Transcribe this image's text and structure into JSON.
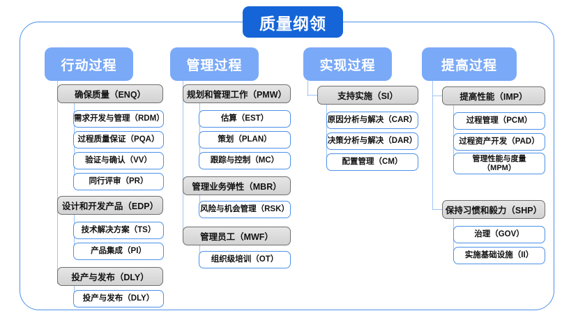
{
  "diagram": {
    "title": "质量纲领",
    "type": "organizational-tree",
    "columns": [
      {
        "header": "行动过程",
        "groups": [
          {
            "label": "确保质量（ENQ）",
            "code": "ENQ",
            "items": [
              {
                "label": "需求开发与管理（RDM）",
                "code": "RDM"
              },
              {
                "label": "过程质量保证（PQA）",
                "code": "PQA"
              },
              {
                "label": "验证与确认（VV）",
                "code": "VV"
              },
              {
                "label": "同行评审（PR）",
                "code": "PR"
              }
            ]
          },
          {
            "label": "设计和开发产品（EDP）",
            "code": "EDP",
            "items": [
              {
                "label": "技术解决方案（TS）",
                "code": "TS"
              },
              {
                "label": "产品集成（PI）",
                "code": "PI"
              }
            ]
          },
          {
            "label": "投产与发布（DLY）",
            "code": "DLY",
            "items": [
              {
                "label": "投产与发布（DLY）",
                "code": "DLY"
              }
            ]
          }
        ]
      },
      {
        "header": "管理过程",
        "groups": [
          {
            "label": "规划和管理工作（PMW）",
            "code": "PMW",
            "items": [
              {
                "label": "估算（EST）",
                "code": "EST"
              },
              {
                "label": "策划（PLAN）",
                "code": "PLAN"
              },
              {
                "label": "跟踪与控制（MC）",
                "code": "MC"
              }
            ]
          },
          {
            "label": "管理业务弹性（MBR）",
            "code": "MBR",
            "items": [
              {
                "label": "风险与机会管理（RSK）",
                "code": "RSK"
              }
            ]
          },
          {
            "label": "管理员工（MWF）",
            "code": "MWF",
            "items": [
              {
                "label": "组织级培训（OT）",
                "code": "OT"
              }
            ]
          }
        ]
      },
      {
        "header": "实现过程",
        "groups": [
          {
            "label": "支持实施（SI）",
            "code": "SI",
            "items": [
              {
                "label": "原因分析与解决（CAR）",
                "code": "CAR"
              },
              {
                "label": "决策分析与解决（DAR）",
                "code": "DAR"
              },
              {
                "label": "配置管理（CM）",
                "code": "CM"
              }
            ]
          }
        ]
      },
      {
        "header": "提高过程",
        "groups": [
          {
            "label": "提高性能（IMP）",
            "code": "IMP",
            "items": [
              {
                "label": "过程管理（PCM）",
                "code": "PCM"
              },
              {
                "label": "过程资产开发（PAD）",
                "code": "PAD"
              },
              {
                "label": "管理性能与度量\n（MPM）",
                "code": "MPM"
              }
            ]
          },
          {
            "label": "保持习惯和毅力（SHP）",
            "code": "SHP",
            "items": [
              {
                "label": "治理（GOV）",
                "code": "GOV"
              },
              {
                "label": "实施基础设施（II）",
                "code": "II"
              }
            ]
          }
        ]
      }
    ],
    "colors": {
      "title_bg": "#1565d8",
      "header_bg": "#7aa9f7",
      "group_bg": "#dedede",
      "group_border": "#6d6d6d",
      "leaf_border": "#4a90e8",
      "frame_border": "#4a90e8",
      "connector": "#9fc4f0",
      "text_dark": "#111111",
      "text_light": "#ffffff"
    }
  }
}
